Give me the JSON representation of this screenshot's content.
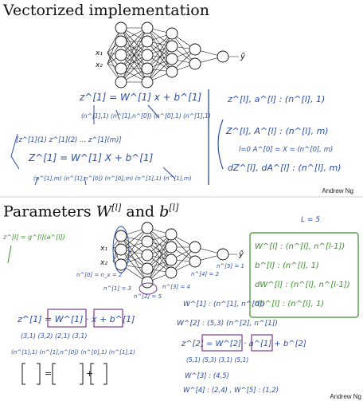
{
  "slides": [
    {
      "title": "Vectorized implementation",
      "credit": "Andrew Ng",
      "network_inputs": [
        "x₁",
        "x₂"
      ],
      "network_output": "ŷ",
      "notes_left": [
        "z^[1] = W^[1] x + b^[1]",
        "(n^[1],1)   (n^[1],n^[0])   (n^[0],1)   (n^[1],1)",
        "[z^[1](1) z^[1](2) ... z^[1](m)]",
        "Z^[1] = W^[1] X + b^[1]",
        "(n^[1],m)   (n^[1],n^[0])   (n^[0],m)   (n^[1],1)   (n^[1],m)"
      ],
      "notes_right": [
        "z^[l], a^[l] : (n^[l], 1)",
        "Z^[l], A^[l] : (n^[l], m)",
        "l=0   A^[0] = X = (n^[0], m)",
        "dZ^[l], dA^[l] : (n^[l], m)"
      ]
    },
    {
      "title_text": "Parameters ",
      "title_math_1": "W",
      "title_sup_1": "[l]",
      "title_and": " and ",
      "title_math_2": "b",
      "title_sup_2": "[l]",
      "credit": "Andrew Ng",
      "layer_note": "L = 5",
      "network_inputs": [
        "x₁",
        "x₂"
      ],
      "network_output": "ŷ",
      "layer_sizes": [
        "n^[1] = 3",
        "n^[2] = 5",
        "n^[3] = 4",
        "n^[4] = 2",
        "n^[5] = 1"
      ],
      "n0_note": "n^[0] = n_x = 2",
      "activation_note": "z^[l] = g^[l](a^[l])",
      "dims_right": [
        "W^[l] : (n^[l], n^[l-1])",
        "b^[l] : (n^[l], 1)",
        "dW^[l] : (n^[l], n^[l-1])",
        "db^[l] : (n^[l], 1)"
      ],
      "notes_left": [
        "z^[1] = W^[1] · x + b^[1]",
        "(3,1)   (3,2)   (2,1)   (3,1)",
        "(n^[1],1)   (n^[1],n^[0])   (n^[0],1)   (n^[1],1)"
      ],
      "notes_mid": [
        "W^[1] : (n^[1], n^[0])",
        "W^[2] : (5,3)   (n^[2], n^[1])",
        "z^[2] = W^[2] · a^[1] + b^[2]",
        "(5,1)   (5,3)   (3,1)   (5,1)",
        "W^[3] : (4,5)",
        "W^[4] : (2,4) ,   W^[5] : (1,2)"
      ]
    }
  ],
  "colors": {
    "ink_blue": "#2a4fa8",
    "ink_green": "#3a8f2a",
    "ink_purple": "#7a3a8f",
    "ink_black": "#111111"
  }
}
